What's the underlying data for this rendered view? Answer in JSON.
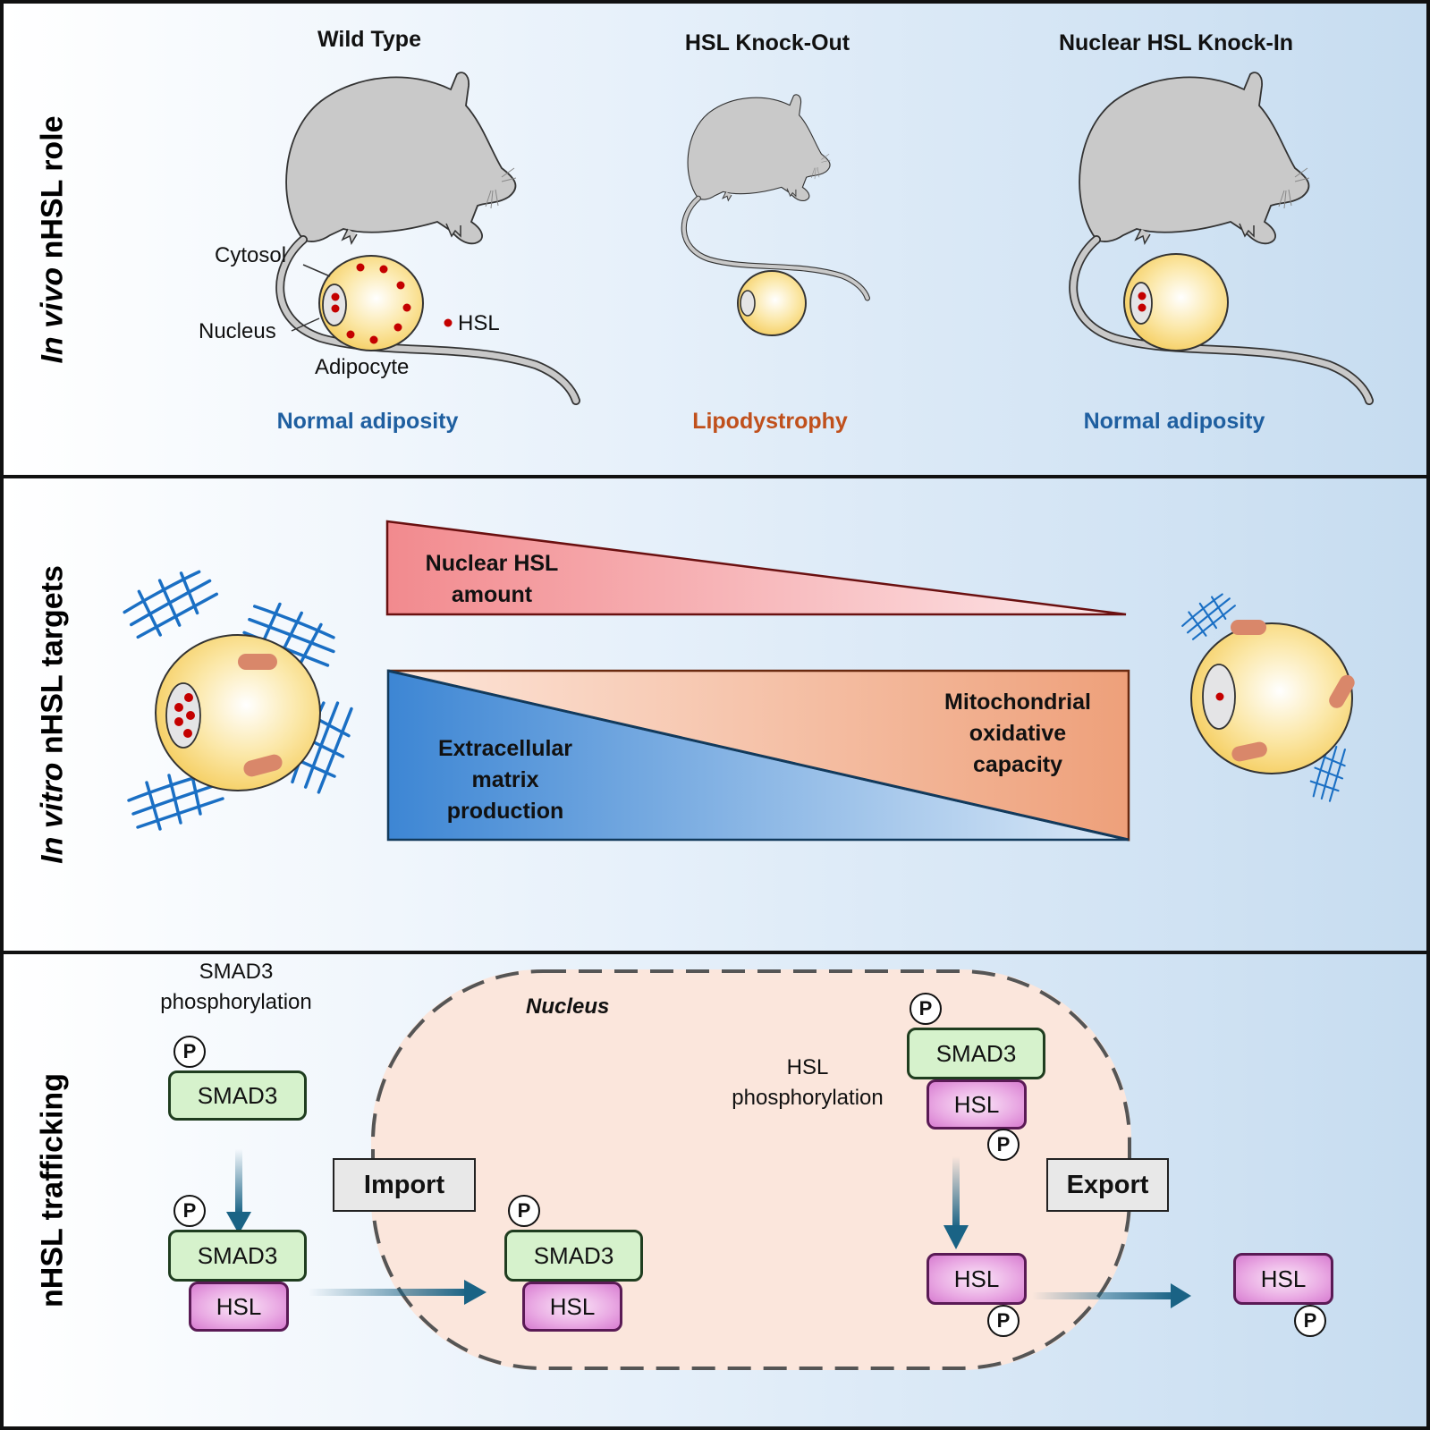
{
  "panels": {
    "in_vivo": {
      "side_label_italic": "In vivo",
      "side_label_rest": " nHSL role",
      "columns": [
        {
          "header": "Wild Type",
          "outcome": "Normal adiposity",
          "outcome_color": "#1f5fa0"
        },
        {
          "header": "HSL Knock-Out",
          "outcome": "Lipodystrophy",
          "outcome_color": "#c0501c"
        },
        {
          "header": "Nuclear HSL Knock-In",
          "outcome": "Normal adiposity",
          "outcome_color": "#1f5fa0"
        }
      ],
      "annotations": {
        "cytosol": "Cytosol",
        "nucleus": "Nucleus",
        "adipocyte": "Adipocyte",
        "hsl_legend": "HSL"
      }
    },
    "in_vitro": {
      "side_label_italic": "In vitro",
      "side_label_rest": " nHSL targets",
      "nuclear_hsl_line1": "Nuclear HSL",
      "nuclear_hsl_line2": "amount",
      "ecm_line1": "Extracellular",
      "ecm_line2": "matrix",
      "ecm_line3": "production",
      "mito_line1": "Mitochondrial",
      "mito_line2": "oxidative",
      "mito_line3": "capacity"
    },
    "trafficking": {
      "side_label": "nHSL trafficking",
      "smad3_phos_line1": "SMAD3",
      "smad3_phos_line2": "phosphorylation",
      "nucleus_label": "Nucleus",
      "hsl_phos_line1": "HSL",
      "hsl_phos_line2": "phosphorylation",
      "import_label": "Import",
      "export_label": "Export",
      "smad3": "SMAD3",
      "hsl": "HSL",
      "p": "P"
    }
  },
  "colors": {
    "adipocyte_fill": "#f7d36a",
    "hsl_dot": "#c40000",
    "ecm_fiber": "#1a6fc4",
    "mitochondria": "#d9876a",
    "arrow": "#1a6385",
    "nuclear_hsl_triangle": "#f28a8a",
    "ecm_triangle": "#3d86d4",
    "mito_triangle": "#eea07a"
  }
}
